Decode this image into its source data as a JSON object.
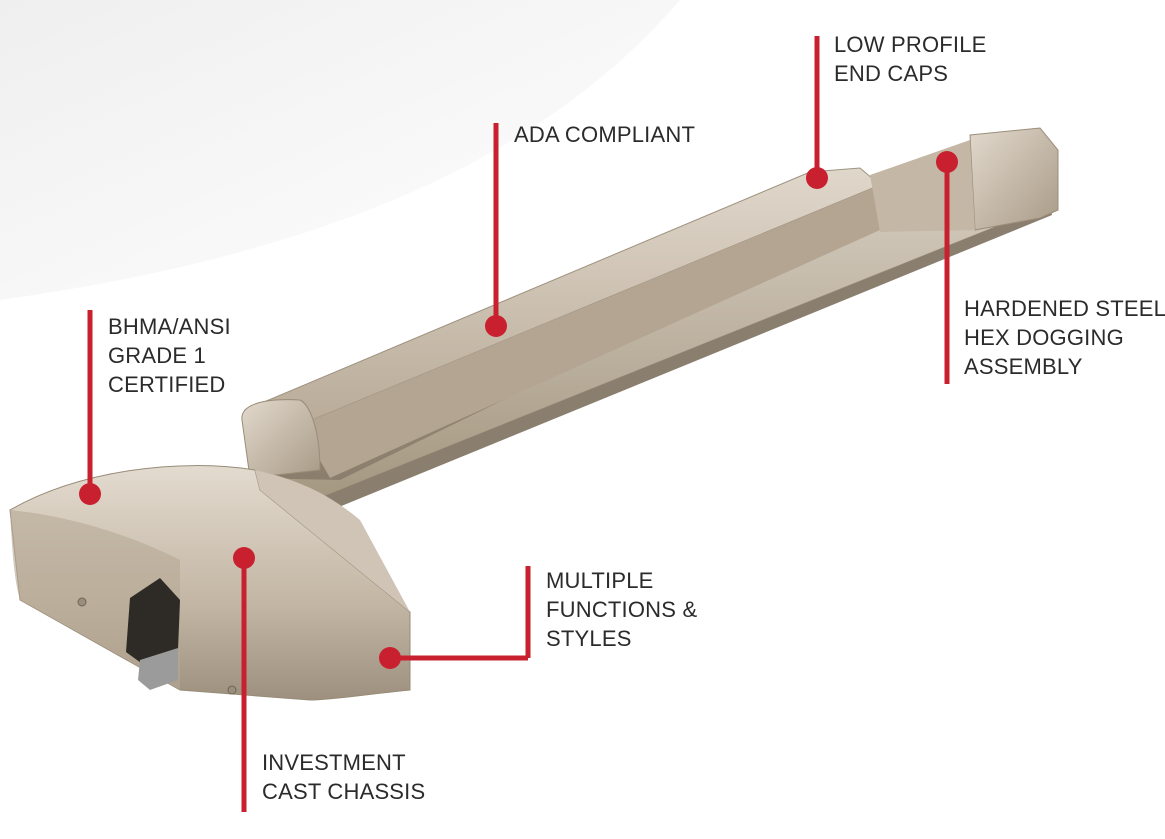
{
  "colors": {
    "accent": "#c8202f",
    "text": "#2b2b2b",
    "metal_light": "#d9cfc2",
    "metal_mid": "#bcae9c",
    "metal_dark": "#8f8271",
    "background": "#ffffff"
  },
  "callouts": {
    "low_profile": {
      "lines": [
        "LOW PROFILE",
        "END CAPS"
      ]
    },
    "ada": {
      "lines": [
        "ADA COMPLIANT"
      ]
    },
    "hardened": {
      "lines": [
        "HARDENED STEEL",
        "HEX DOGGING",
        "ASSEMBLY"
      ]
    },
    "bhma": {
      "lines": [
        "BHMA/ANSI",
        "GRADE 1",
        "CERTIFIED"
      ]
    },
    "multiple": {
      "lines": [
        "MULTIPLE",
        "FUNCTIONS &",
        "STYLES"
      ]
    },
    "investment": {
      "lines": [
        "INVESTMENT",
        "CAST CHASSIS"
      ]
    }
  },
  "icons": {
    "product": "exit-device-icon",
    "marker": "red-dot-icon"
  }
}
